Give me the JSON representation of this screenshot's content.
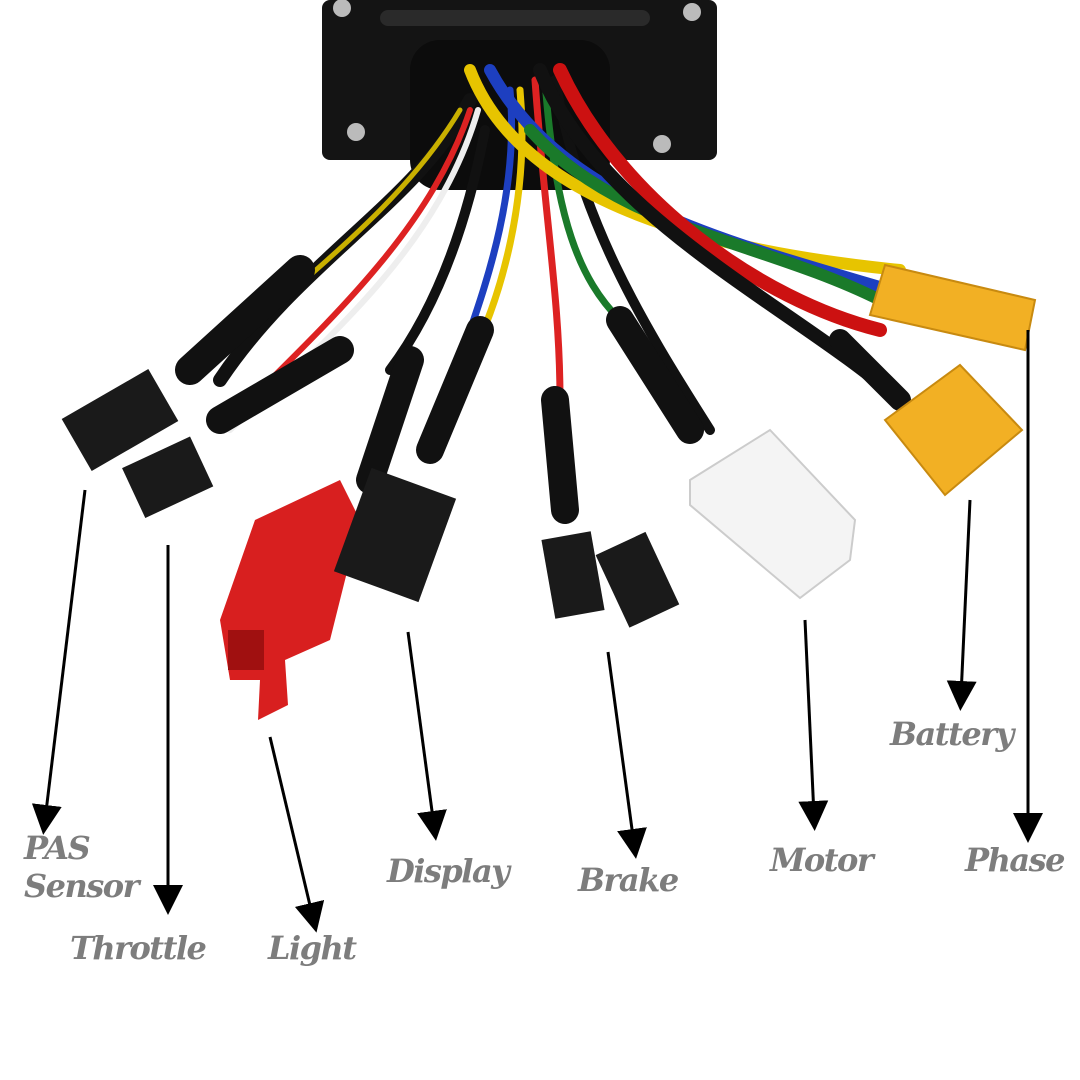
{
  "labels": {
    "pas_line1": "PAS",
    "pas_line2": "Sensor",
    "throttle": "Throttle",
    "light": "Light",
    "display": "Display",
    "brake": "Brake",
    "motor": "Motor",
    "battery": "Battery",
    "phase": "Phase"
  },
  "colors": {
    "label": "#7d7d7d",
    "controller": "#111111",
    "light_connector": "#d81f1f",
    "battery_connector": "#f2b024",
    "motor_connector": "#f4f4f4"
  }
}
